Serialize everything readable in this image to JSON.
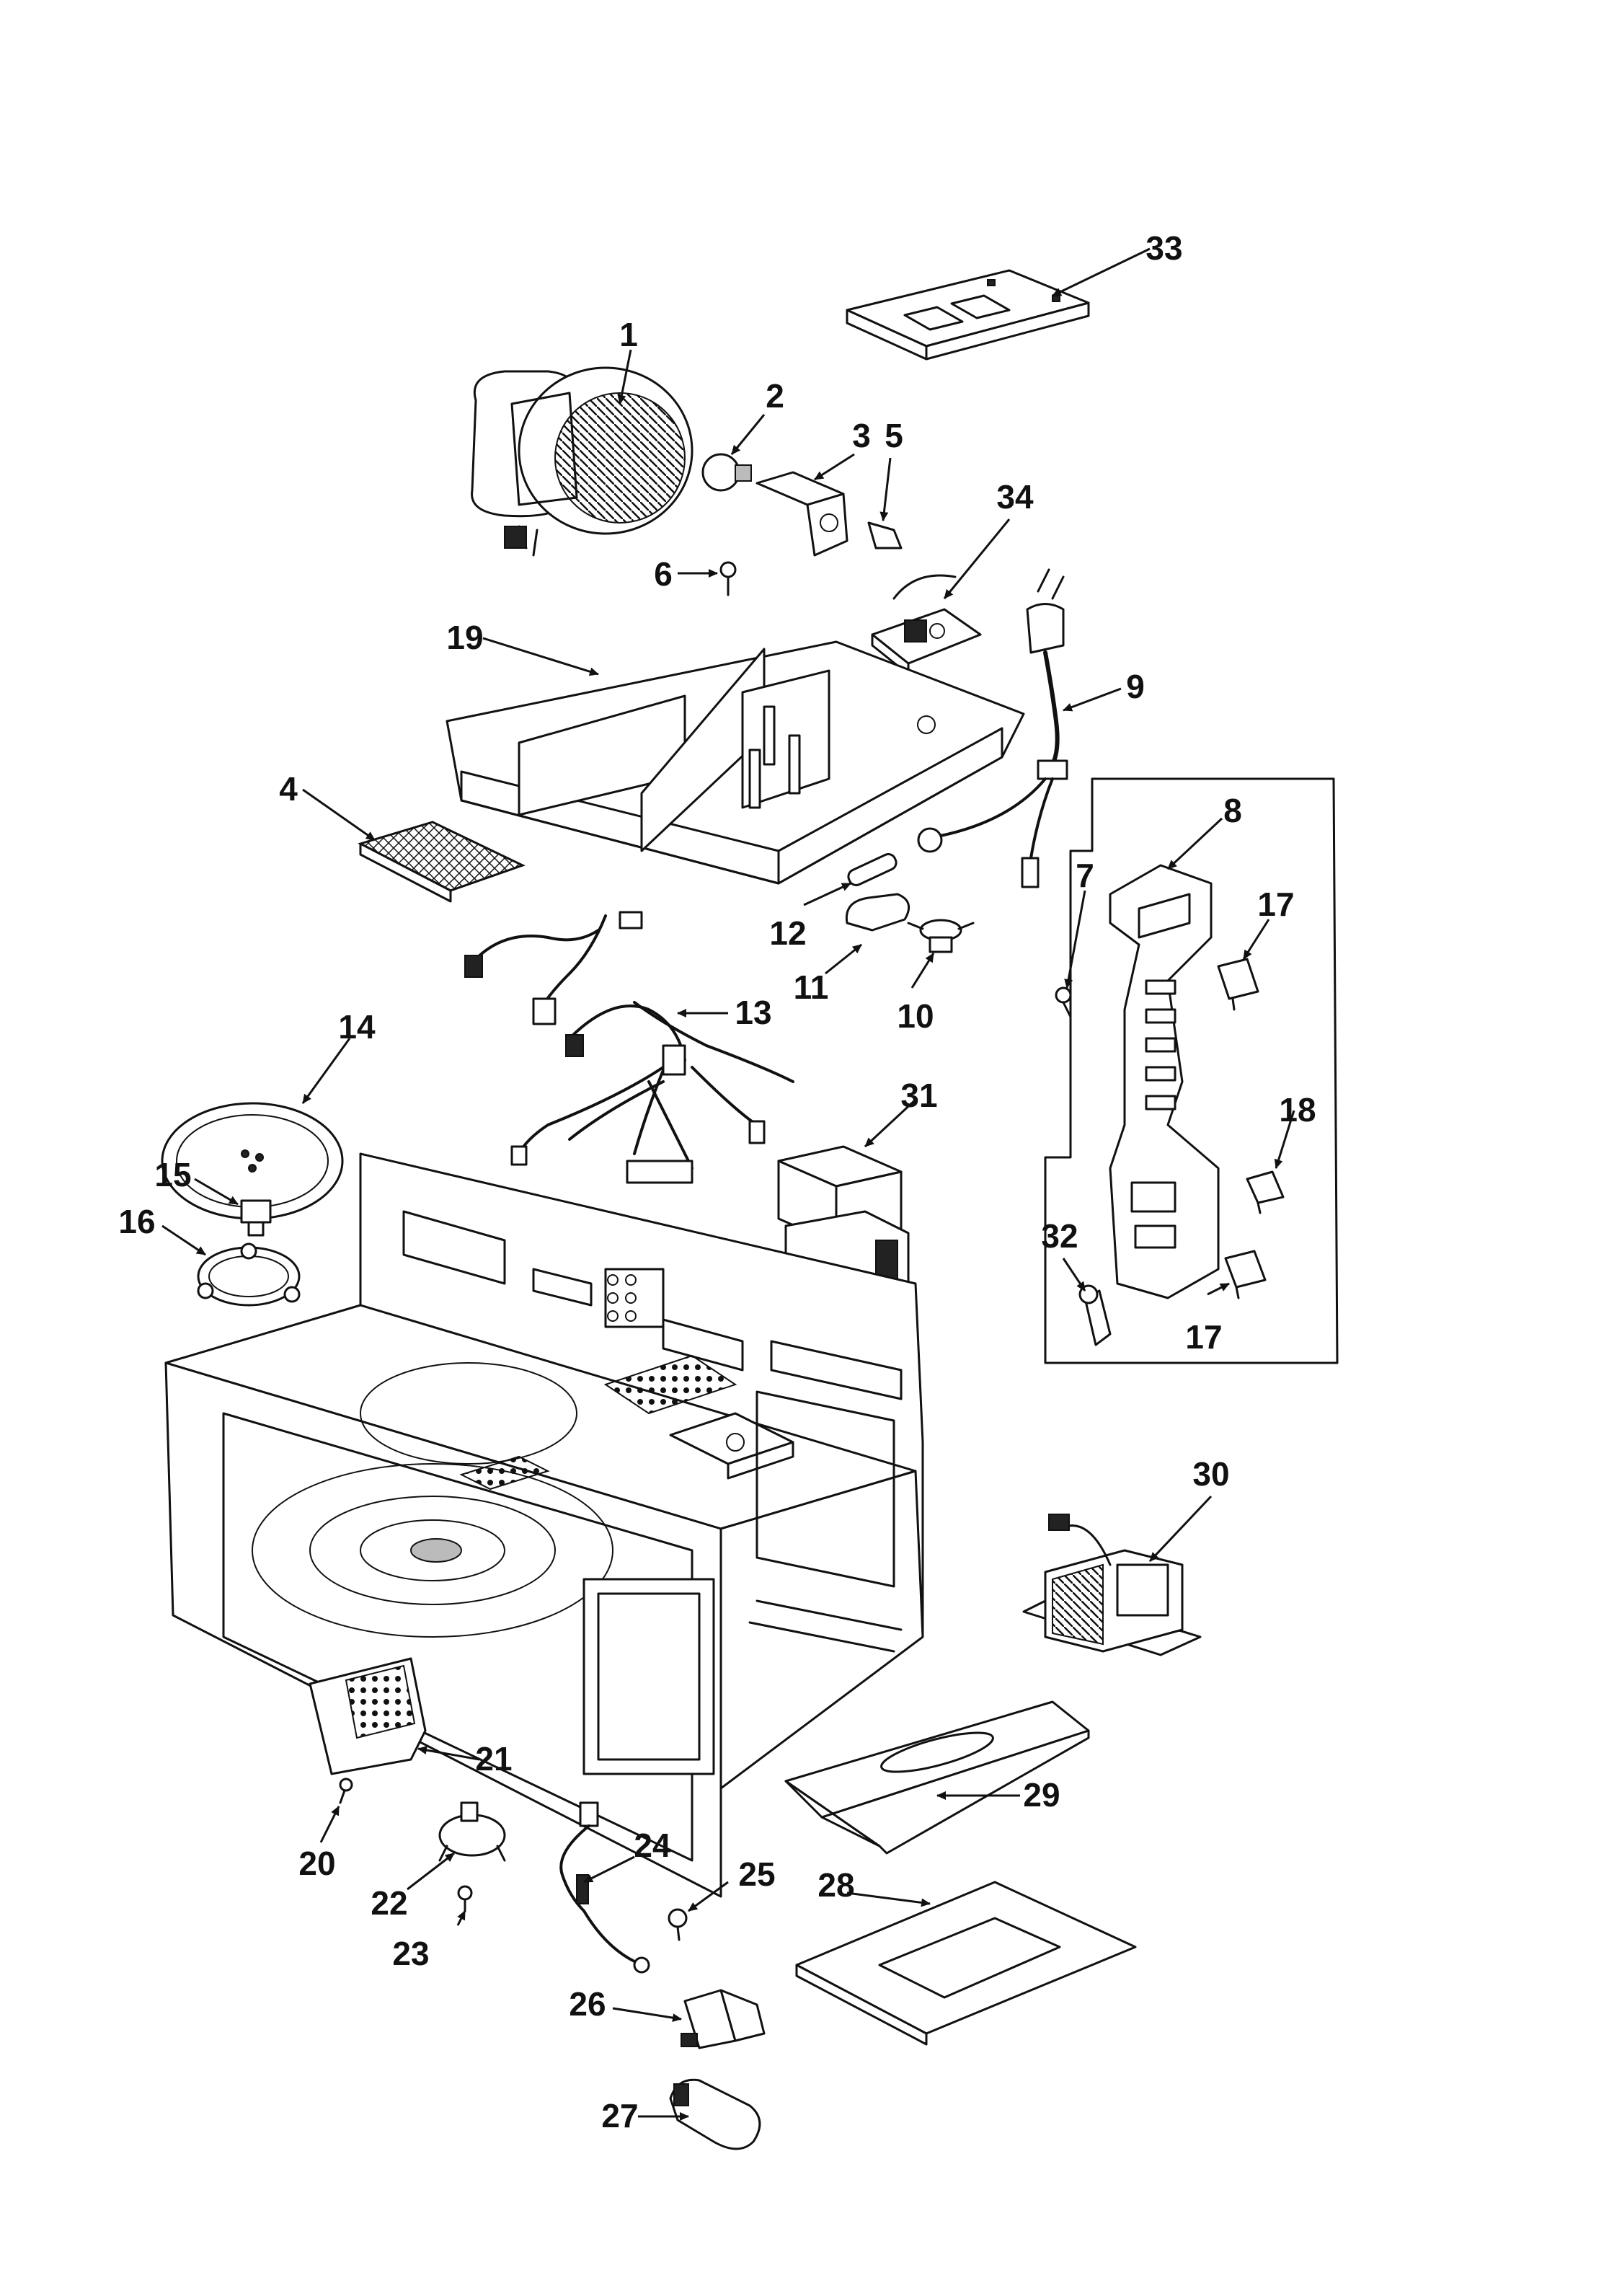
{
  "callouts": [
    "1",
    "2",
    "3",
    "4",
    "5",
    "6",
    "7",
    "8",
    "9",
    "10",
    "11",
    "12",
    "13",
    "14",
    "15",
    "16",
    "17",
    "18",
    "19",
    "20",
    "21",
    "22",
    "23",
    "24",
    "25",
    "26",
    "27",
    "28",
    "29",
    "30",
    "31",
    "32",
    "33",
    "34"
  ],
  "repeat_callouts": {
    "17b": "17"
  }
}
